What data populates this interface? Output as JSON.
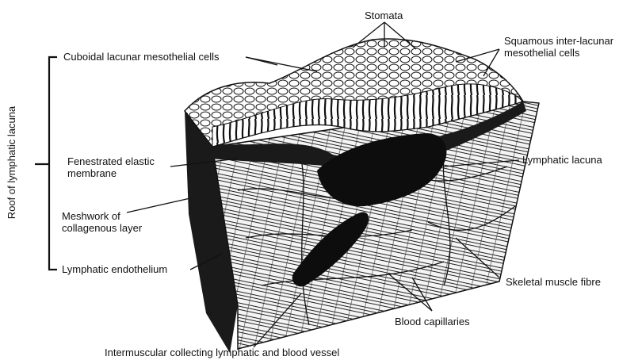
{
  "figure": {
    "bracket_label": "Roof of lymphatic lacuna",
    "labels": {
      "stomata": "Stomata",
      "cuboidal": "Cuboidal lacunar mesothelial cells",
      "squamous_line1": "Squamous inter-lacunar",
      "squamous_line2": "mesothelial cells",
      "fenestrated_line1": "Fenestrated elastic",
      "fenestrated_line2": "membrane",
      "lymphatic_lacuna": "Lymphatic lacuna",
      "meshwork_line1": "Meshwork of",
      "meshwork_line2": "collagenous layer",
      "endothelium": "Lymphatic endothelium",
      "skeletal": "Skeletal muscle fibre",
      "capillaries": "Blood capillaries",
      "intermuscular": "Intermuscular collecting lymphatic and blood vessel"
    }
  },
  "colors": {
    "ink": "#111111",
    "tissue_dark": "#1a1a1a",
    "paper": "#ffffff"
  }
}
